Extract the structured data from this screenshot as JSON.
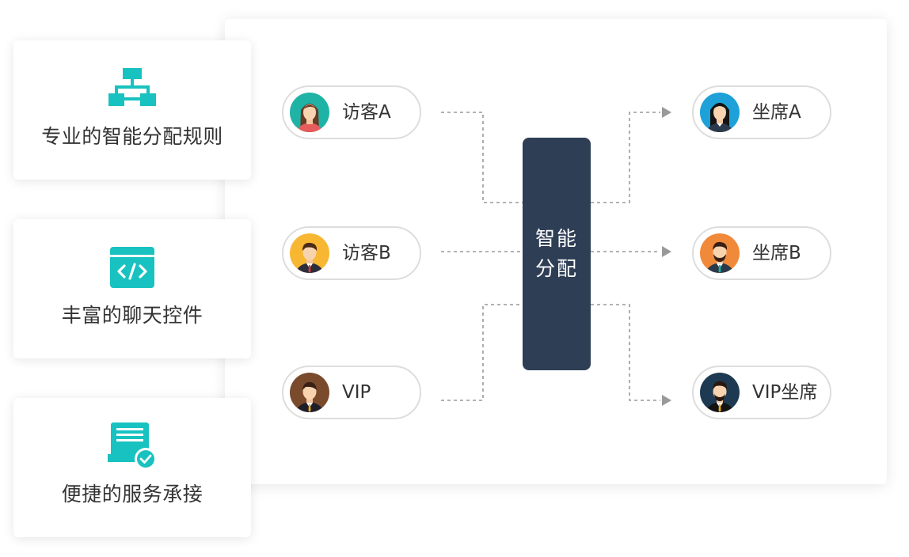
{
  "features": [
    {
      "label": "专业的智能分配规则",
      "icon": "org-chart-icon"
    },
    {
      "label": "丰富的聊天控件",
      "icon": "code-widget-icon"
    },
    {
      "label": "便捷的服务承接",
      "icon": "document-check-icon"
    }
  ],
  "hub": {
    "line1": "智能",
    "line2": "分配"
  },
  "visitors": [
    {
      "label": "访客A",
      "avatar": "female-visitor-avatar"
    },
    {
      "label": "访客B",
      "avatar": "male-visitor-avatar"
    },
    {
      "label": "VIP",
      "avatar": "vip-visitor-avatar"
    }
  ],
  "agents": [
    {
      "label": "坐席A",
      "avatar": "female-agent-avatar"
    },
    {
      "label": "坐席B",
      "avatar": "bearded-agent-avatar"
    },
    {
      "label": "VIP坐席",
      "avatar": "vip-agent-avatar"
    }
  ],
  "colors": {
    "accent": "#18c2c0",
    "hub": "#2e3e55",
    "connector": "#999999",
    "pill_border": "#dddddd"
  }
}
